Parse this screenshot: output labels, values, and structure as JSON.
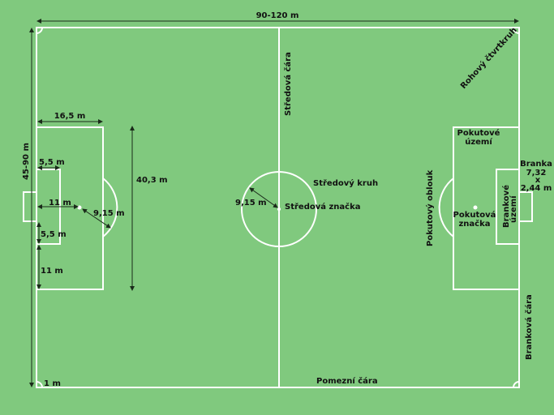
{
  "title": "Football pitch dimensions",
  "colors": {
    "grass": "#80c97e",
    "lines": "#ffffff",
    "text": "#111111"
  },
  "labels": {
    "length": "90-120 m",
    "width": "45-90 m",
    "penalty_area_width": "16,5 m",
    "goal_area_width": "5,5 m",
    "penalty_spot_dist": "11 m",
    "arc_radius": "9,15 m",
    "goal_area_offset": "5,5 m",
    "penalty_area_offset": "11 m",
    "penalty_area_length": "40,3 m",
    "corner_radius": "1 m",
    "center_radius": "9,15 m",
    "halfway_line": "Středová čára",
    "center_circle": "Středový kruh",
    "center_mark": "Středová značka",
    "touchline": "Pomezní čára",
    "corner_arc": "Rohový čtvrtkruh",
    "penalty_area_1": "Pokutové",
    "penalty_area_2": "území",
    "goal_1": "Branka",
    "goal_2": "7,32",
    "goal_3": "x",
    "goal_4": "2,44 m",
    "penalty_arc": "Pokutový oblouk",
    "penalty_mark_1": "Pokutová",
    "penalty_mark_2": "značka",
    "goal_area_1": "Brankové",
    "goal_area_2": "území",
    "goal_line": "Branková čára"
  }
}
